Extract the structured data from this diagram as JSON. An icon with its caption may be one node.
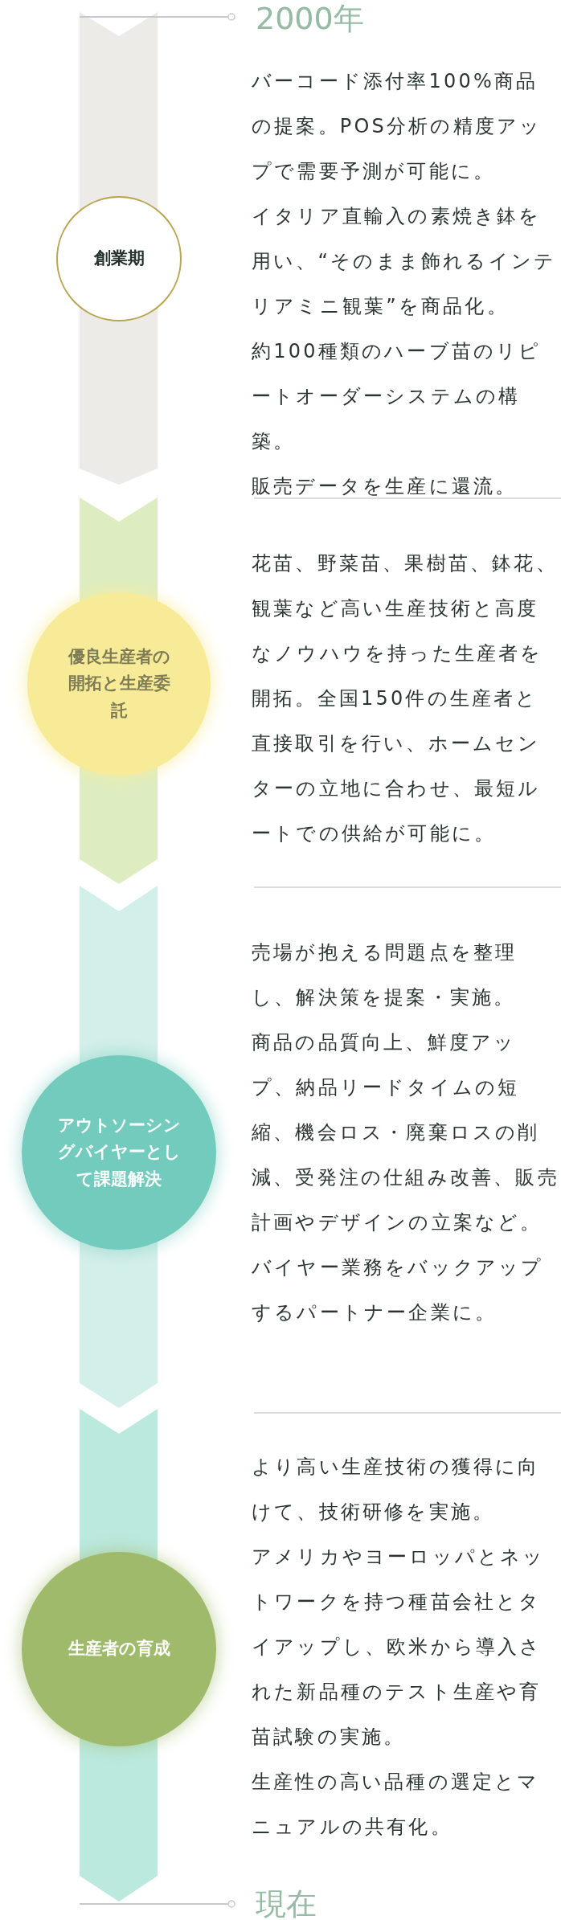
{
  "diagram": {
    "nodes": [
      {
        "text": [
          "創業期"
        ]
      },
      {
        "text": [
          "優良生産者の開拓と生産委託"
        ]
      },
      {
        "text": [
          "アウトソーシングバイヤーとして課題解決"
        ]
      },
      {
        "text": [
          "生産者の育成"
        ]
      }
    ],
    "labels": [
      "2000年",
      "バーコード添付率100%商品の提案。POS分析の精度アップで需要予測が可能に。",
      "イタリア直輸入の素焼き鉢を用い、“そのまま飾れるインテリアミニ観葉”を商品化。",
      "約100種類のハーブ苗のリピートオーダーシステムの構築。",
      "販売データを生産に還流。",
      "花苗、野菜苗、果樹苗、鉢花、観葉など高い生産技術と高度なノウハウを持った生産者を開拓。全国150件の生産者と直接取引を行い、ホームセンターの立地に合わせ、最短ルートでの供給が可能に。",
      "売場が抱える問題点を整理し、解決策を提案・実施。",
      "商品の品質向上、鮮度アップ、納品リードタイムの短縮、機会ロス・廃棄ロスの削減、受発注の仕組み改善、販売計画やデザインの立案など。",
      "バイヤー業務をバックアップするパートナー企業に。",
      "より高い生産技術の獲得に向けて、技術研修を実施。",
      "アメリカやヨーロッパとネットワークを持つ種苗会社とタイアップし、欧米から導入された新品種のテスト生産や育苗試験の実施。",
      "生産性の高い品種の選定とマニュアルの共有化。",
      "現在"
    ]
  }
}
